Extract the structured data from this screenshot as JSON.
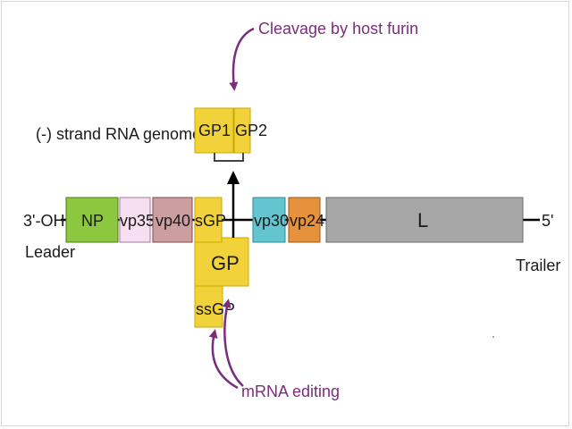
{
  "genome": {
    "title": "(-) strand RNA genome",
    "left_end": "3'-OH",
    "right_end": "5'",
    "leader": "Leader",
    "trailer": "Trailer"
  },
  "genes": {
    "np": "NP",
    "vp35": "vp35",
    "vp40": "vp40",
    "sgp": "sGP",
    "vp30": "vp30",
    "vp24": "vp24",
    "l": "L"
  },
  "products": {
    "gp": "GP",
    "ssgp": "ssGP",
    "gp1": "GP1",
    "gp2": "GP2"
  },
  "annotations": {
    "cleavage": "Cleavage by host furin",
    "editing": "mRNA editing"
  },
  "colors": {
    "np": "#8dc63f",
    "vp35": "#f6dff0",
    "vp40": "#cc9ea0",
    "glycoprotein": "#f1d23a",
    "vp30": "#63c5cf",
    "vp24": "#e6913c",
    "l": "#a7a7a7",
    "callout": "#7a2d7c"
  }
}
